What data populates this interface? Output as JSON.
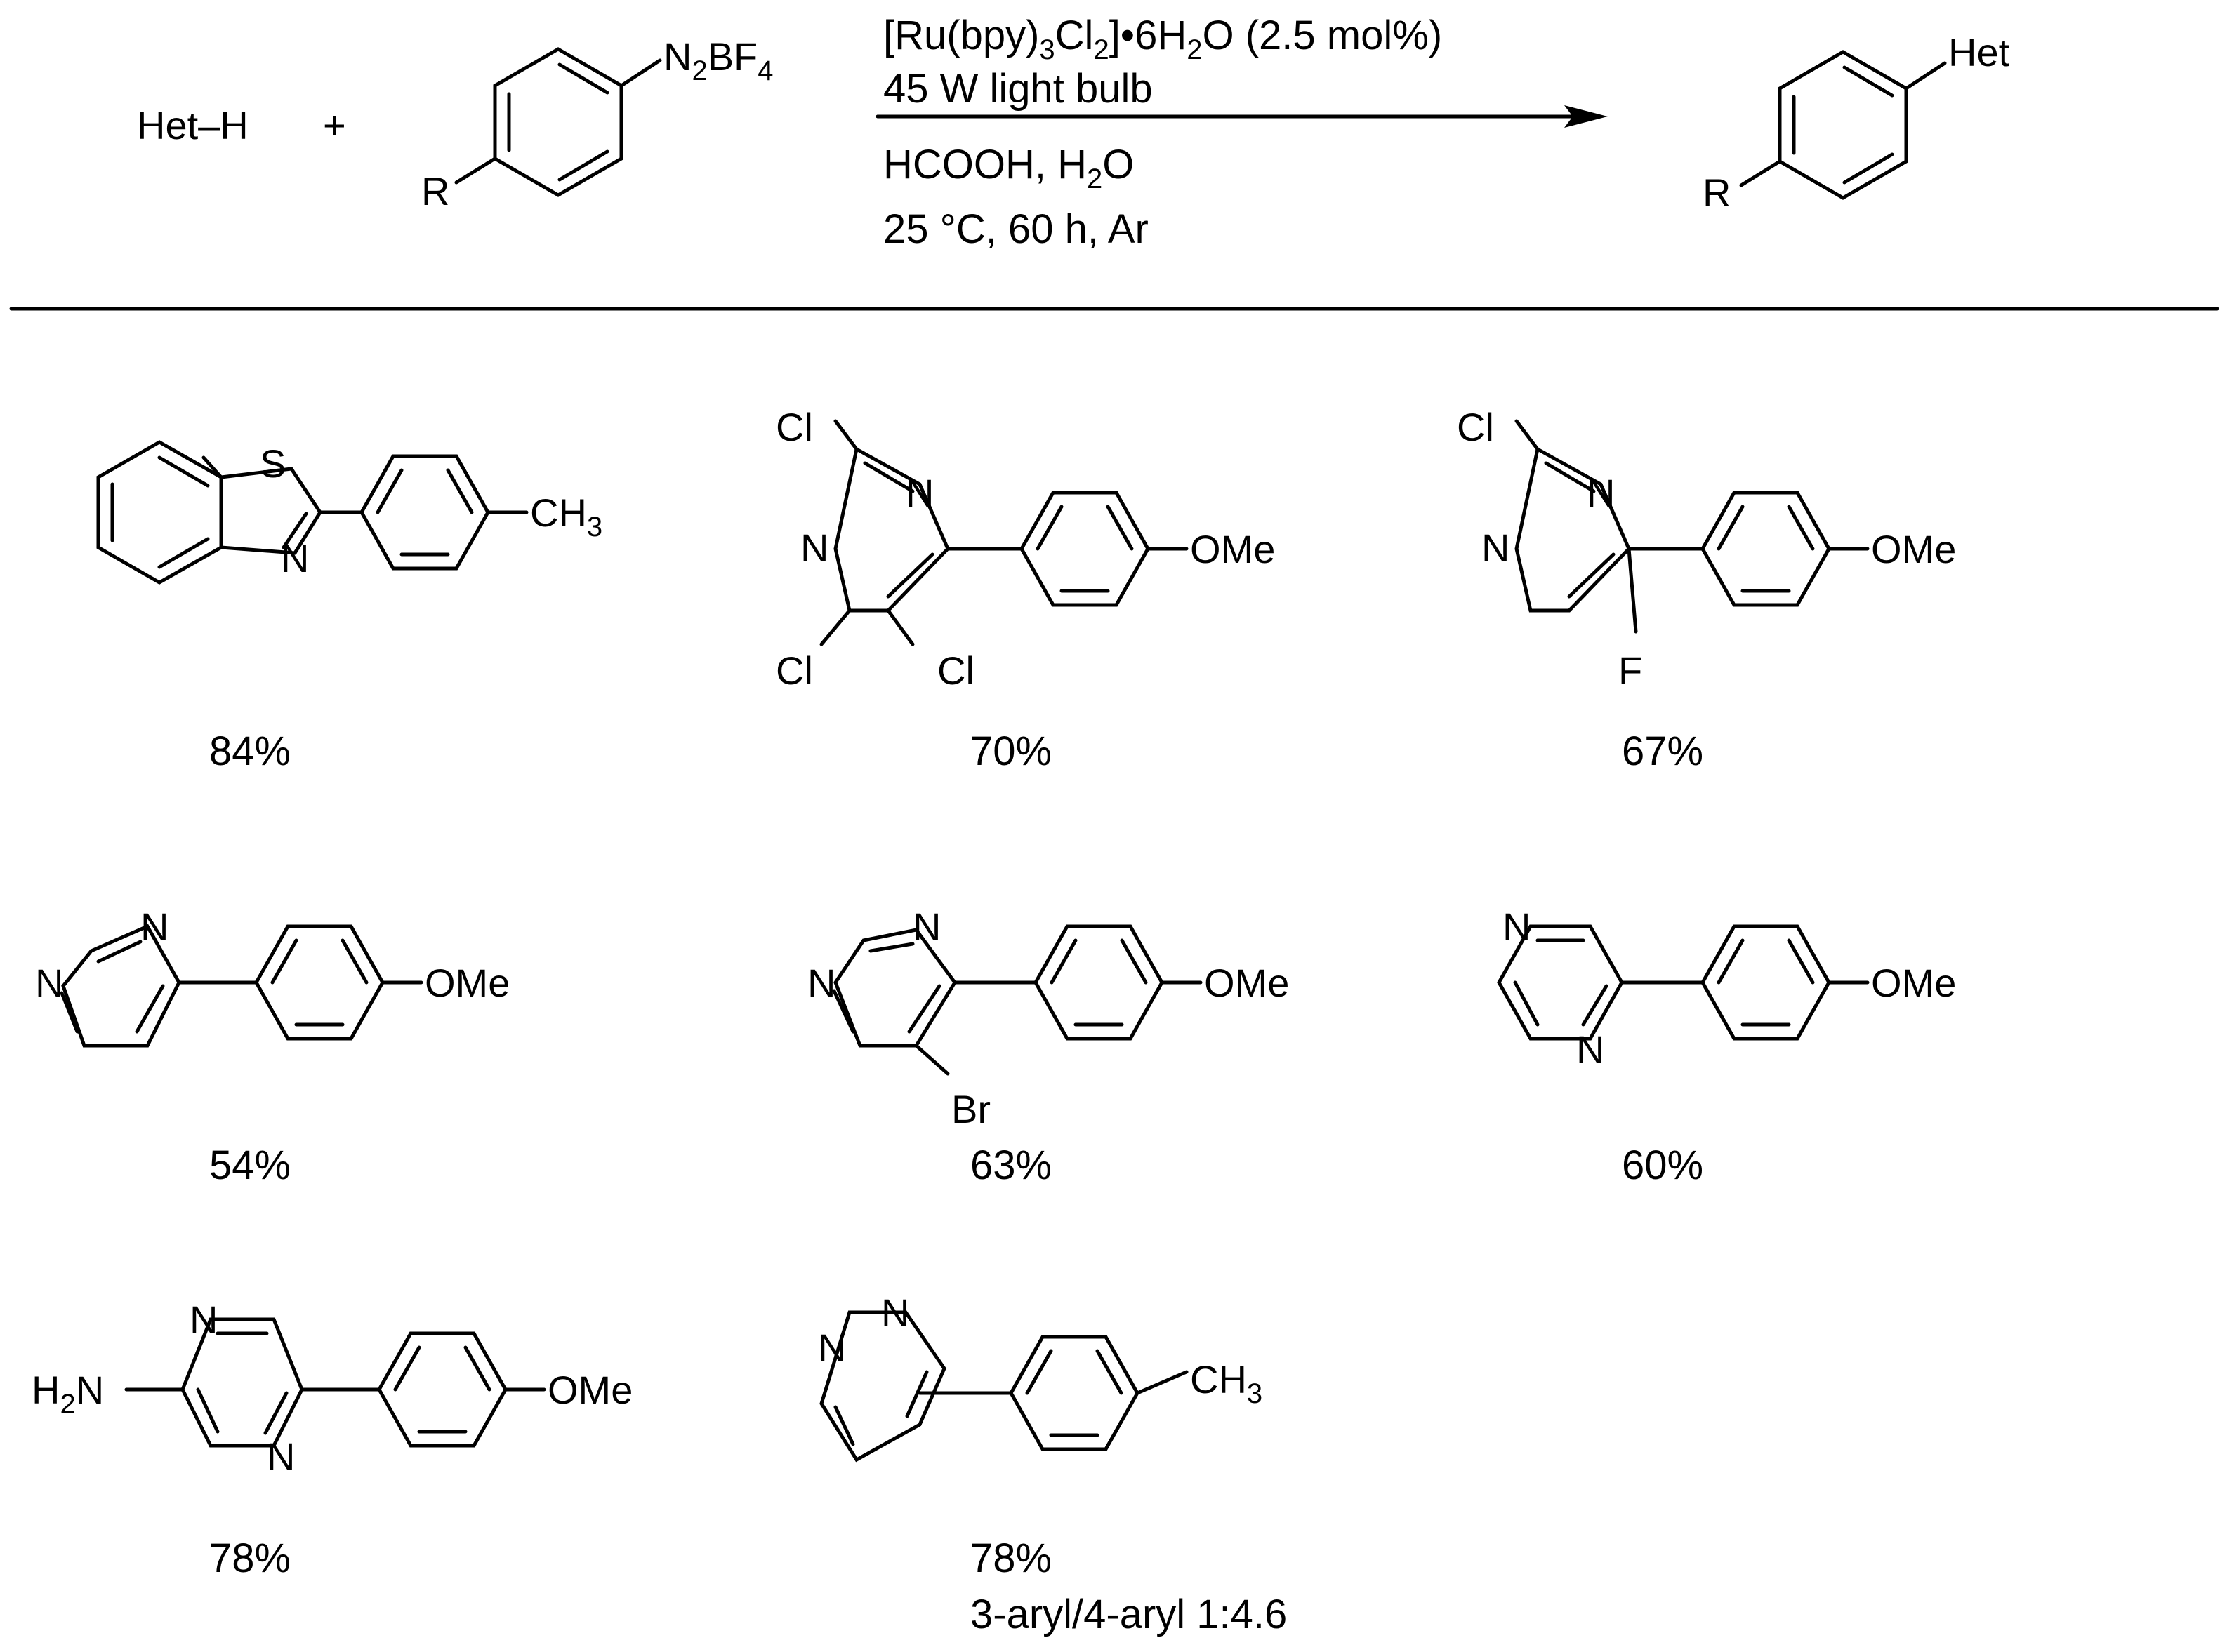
{
  "reaction": {
    "reactant_1": "Het–H",
    "plus": "+",
    "diazonium_group": "N",
    "diazonium_sub_2": "2",
    "diazonium_counterion": "BF",
    "diazonium_sub_4": "4",
    "substituent_r": "R",
    "product_het": "Het",
    "conditions": {
      "catalyst_a": "[Ru(bpy)",
      "catalyst_sub_3": "3",
      "catalyst_b": "Cl",
      "catalyst_sub_2": "2",
      "catalyst_c": "]•6H",
      "catalyst_sub_2b": "2",
      "catalyst_d": "O (2.5 mol%)",
      "light": "45 W light bulb",
      "solvent_a": "HCOOH, H",
      "solvent_sub_2": "2",
      "solvent_b": "O",
      "temp_time": "25 °C, 60 h, Ar"
    }
  },
  "atoms": {
    "S": "S",
    "N": "N",
    "Cl": "Cl",
    "F": "F",
    "Br": "Br",
    "C": "C",
    "H": "H",
    "sub3": "3",
    "sub2": "2",
    "OMe": "OMe",
    "CH": "CH",
    "H2N_H": "H"
  },
  "products": [
    {
      "yield": "84%"
    },
    {
      "yield": "70%"
    },
    {
      "yield": "67%"
    },
    {
      "yield": "54%"
    },
    {
      "yield": "63%"
    },
    {
      "yield": "60%"
    },
    {
      "yield": "78%"
    },
    {
      "yield": "78%",
      "note": "3-aryl/4-aryl 1:4.6"
    }
  ]
}
